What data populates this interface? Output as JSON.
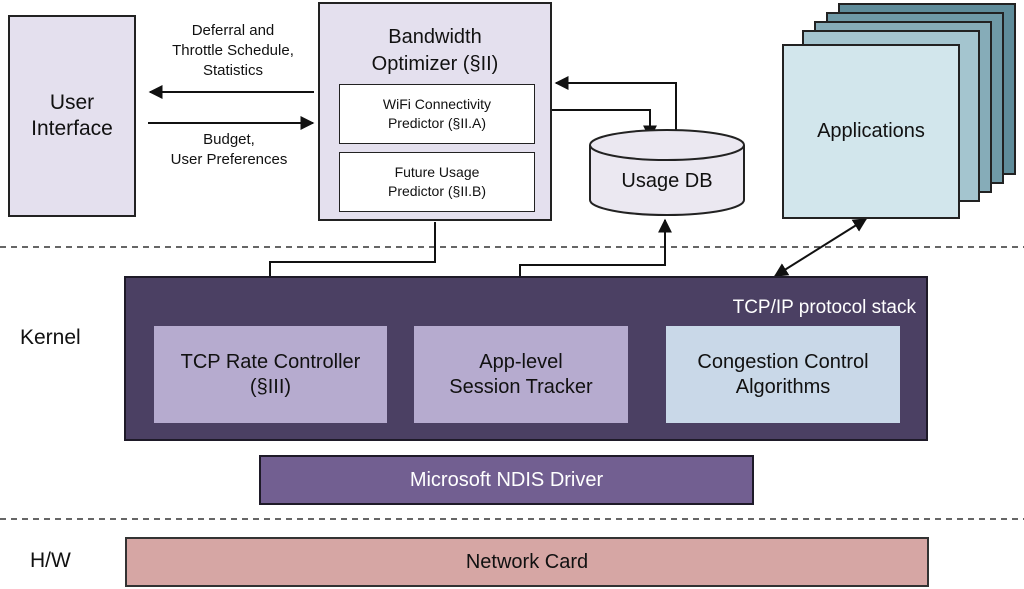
{
  "ui": {
    "title": "User\nInterface",
    "arrow_out_label": "Deferral and\nThrottle Schedule,\nStatistics",
    "arrow_in_label": "Budget,\nUser Preferences"
  },
  "optimizer": {
    "title": "Bandwidth\nOptimizer (§II)",
    "wifi": "WiFi Connectivity\nPredictor (§II.A)",
    "future": "Future Usage\nPredictor (§II.B)"
  },
  "db": {
    "label": "Usage DB"
  },
  "apps": {
    "label": "Applications"
  },
  "layers": {
    "kernel": "Kernel",
    "hw": "H/W"
  },
  "kernel": {
    "stack_label": "TCP/IP protocol stack",
    "rate_controller": "TCP Rate Controller\n(§III)",
    "session_tracker": "App-level\nSession Tracker",
    "congestion": "Congestion Control\nAlgorithms"
  },
  "ndis": {
    "label": "Microsoft NDIS Driver"
  },
  "netcard": {
    "label": "Network Card"
  },
  "colors": {
    "kernel_bg": "#4b4063",
    "inner_box": "#b6abcf",
    "congestion_box": "#c9d8e8",
    "ndis_bg": "#725f91",
    "netcard_bg": "#d6a6a4",
    "app_front": "#d2e6ec",
    "app_back": "#5f8c9a",
    "panel_bg": "#e4e0ee"
  }
}
